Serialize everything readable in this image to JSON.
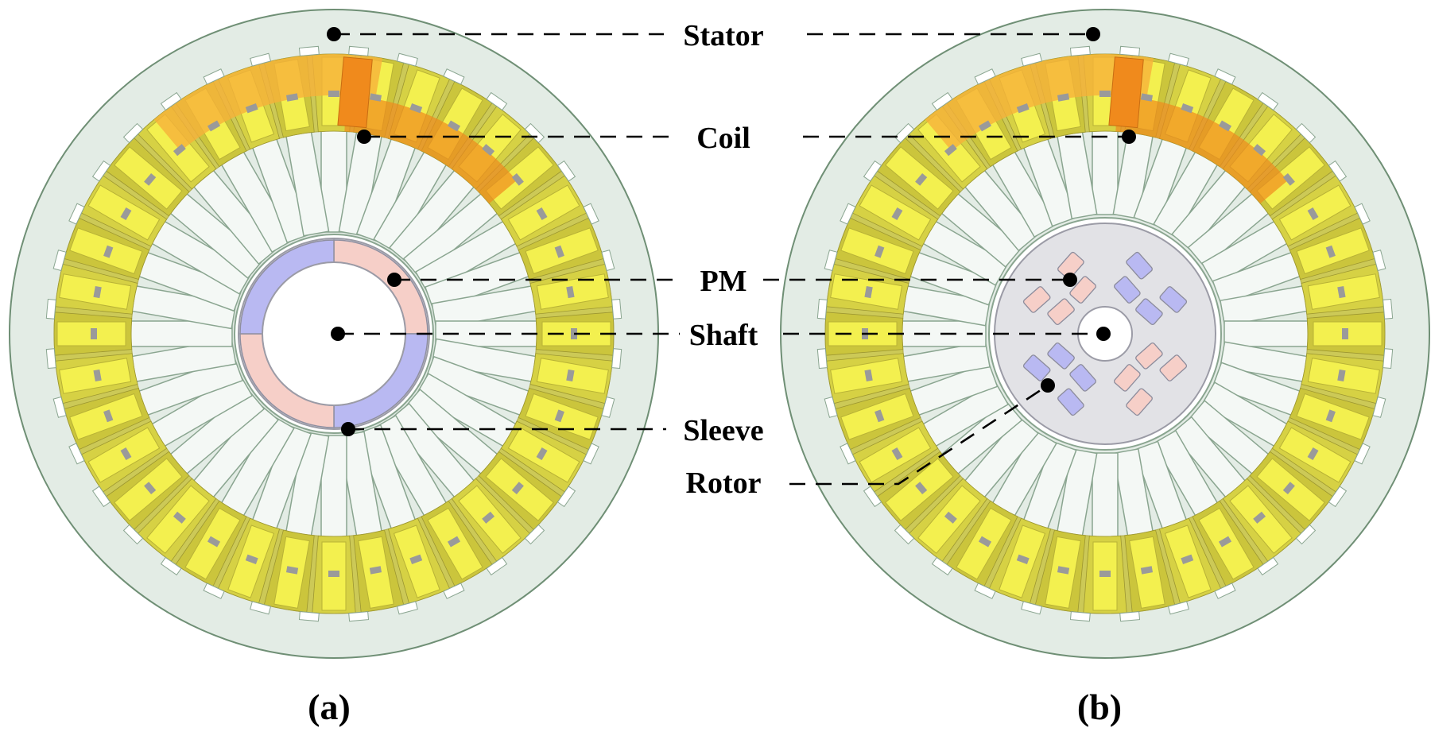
{
  "labels": {
    "stator": "Stator",
    "coil": "Coil",
    "pm": "PM",
    "shaft": "Shaft",
    "sleeve": "Sleeve",
    "rotor": "Rotor"
  },
  "captions": {
    "a": "(a)",
    "b": "(b)"
  },
  "machine": {
    "slot_count": 36,
    "pole_count": 4
  },
  "colors": {
    "stator_core": "#e3ece5",
    "stator_edge": "#6f8f75",
    "coil_yellow": "#f3f04f",
    "coil_yellow_dark": "#c9c33f",
    "coil_orange": "#f08a1c",
    "coil_light_orange": "#f6b13a",
    "magnet_red": "#f6cfc8",
    "magnet_blue": "#b9b9f2",
    "rotor_core": "#e2e2e6",
    "leader": "#000000"
  }
}
